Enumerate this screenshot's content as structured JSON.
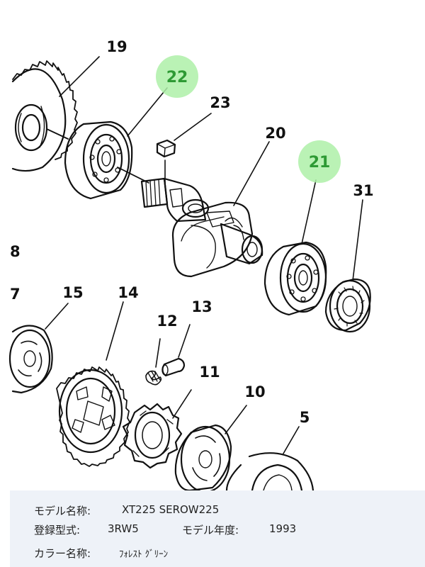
{
  "diagram": {
    "part_numbers": [
      "19",
      "22",
      "23",
      "20",
      "21",
      "31",
      "8",
      "7",
      "15",
      "14",
      "12",
      "13",
      "11",
      "10",
      "5"
    ],
    "highlighted_parts": [
      "22",
      "21"
    ],
    "highlight_color": "#aef0a8",
    "highlight_text_color": "#2e9a34"
  },
  "info": {
    "model_name_label": "モデル名称:",
    "model_name_value": "XT225 SEROW225",
    "reg_type_label": "登録型式:",
    "reg_type_value": "3RW5",
    "model_year_label": "モデル年度:",
    "model_year_value": "1993",
    "color_name_label": "カラー名称:",
    "color_name_value": "ﾌｫﾚｽﾄ ｸﾞﾘｰﾝ"
  }
}
